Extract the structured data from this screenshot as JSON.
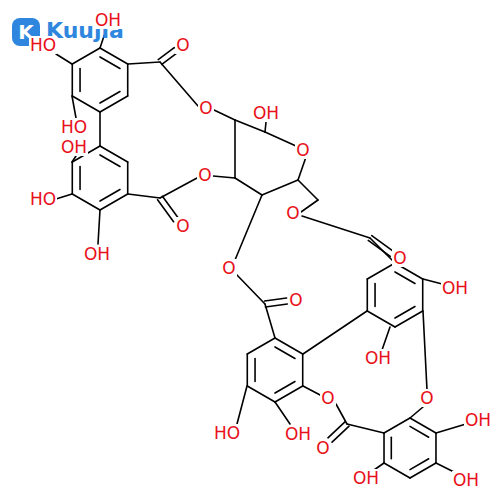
{
  "diagram": {
    "labels": [
      "K",
      "Kuujia",
      "OH",
      "O",
      "HO",
      "O",
      "OH",
      "HO",
      "OH",
      "O",
      "O",
      "HO",
      "O",
      "O",
      "O",
      "OH",
      "O",
      "O",
      "OH",
      "OH",
      "HO",
      "OH",
      "O",
      "O",
      "O",
      "OH",
      "OH",
      "OH"
    ]
  }
}
